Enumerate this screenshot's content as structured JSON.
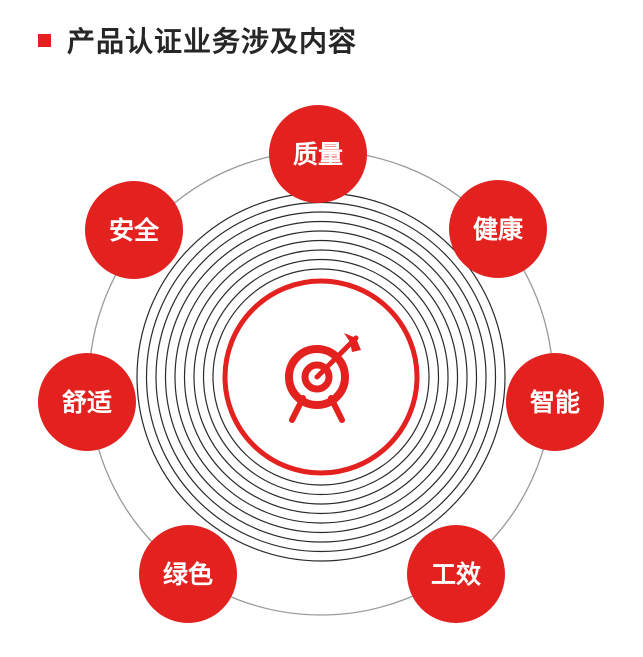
{
  "header": {
    "title": "产品认证业务涉及内容"
  },
  "colors": {
    "accent": "#e3211f",
    "ring": "#2b2b2b",
    "orbit": "#9a9a9a",
    "label": "#ffffff"
  },
  "center": {
    "icon": "target-with-arrow-icon"
  },
  "items": [
    {
      "label": "质量"
    },
    {
      "label": "健康"
    },
    {
      "label": "智能"
    },
    {
      "label": "工效"
    },
    {
      "label": "绿色"
    },
    {
      "label": "舒适"
    },
    {
      "label": "安全"
    }
  ]
}
